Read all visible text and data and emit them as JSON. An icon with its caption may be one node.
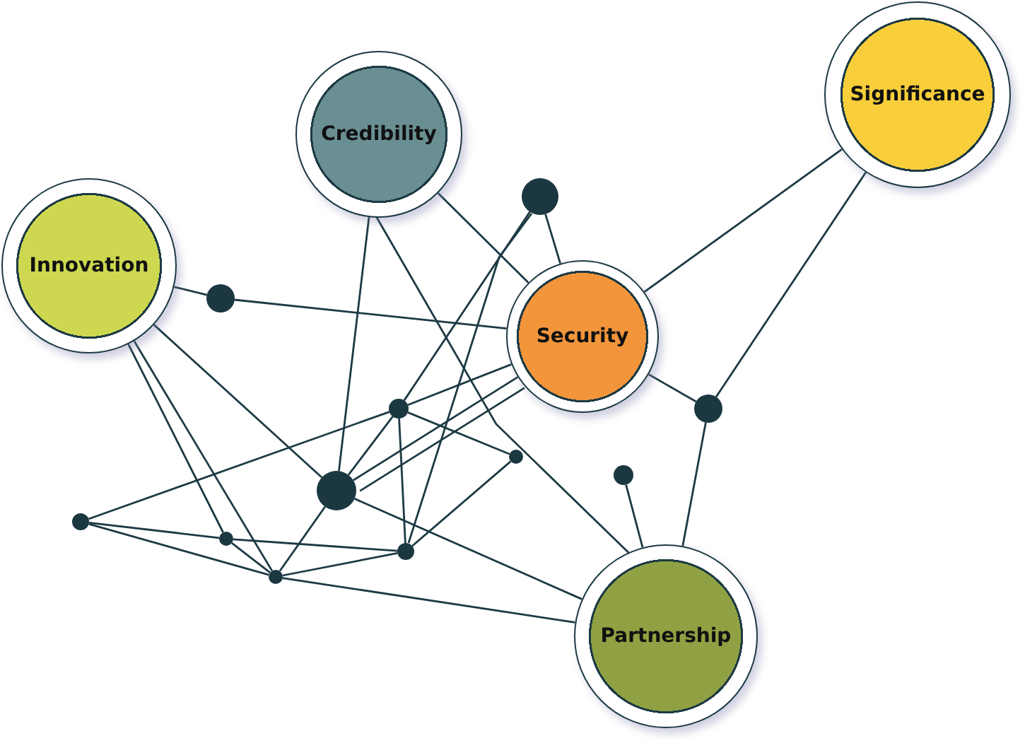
{
  "diagram": {
    "nodes": [
      {
        "text": [
          "Credibility"
        ]
      },
      {
        "text": [
          "Significance"
        ]
      },
      {
        "text": [
          "Innovation"
        ]
      },
      {
        "text": [
          "Security"
        ]
      },
      {
        "text": [
          "Partnership"
        ]
      },
      {
        "text": [],
        "shape": "circle"
      },
      {
        "text": [],
        "shape": "circle"
      },
      {
        "text": [],
        "shape": "circle"
      },
      {
        "text": [],
        "shape": "circle"
      },
      {
        "text": [],
        "shape": "circle"
      },
      {
        "text": [],
        "shape": "circle"
      },
      {
        "text": [],
        "shape": "circle"
      },
      {
        "text": [],
        "shape": "circle"
      },
      {
        "text": [],
        "shape": "circle"
      },
      {
        "text": [],
        "shape": "circle"
      },
      {
        "text": [],
        "shape": "circle"
      }
    ],
    "edges": [
      {
        "from": 2,
        "to": 6,
        "arrow": "none"
      },
      {
        "from": 6,
        "to": 3,
        "arrow": "none"
      },
      {
        "from": 0,
        "to": 9,
        "arrow": "none"
      },
      {
        "from": 0,
        "to": 3,
        "arrow": "none"
      },
      {
        "from": 0,
        "to": 4,
        "arrow": "none"
      },
      {
        "from": 13,
        "to": 3,
        "arrow": "none"
      },
      {
        "from": 13,
        "to": 10,
        "arrow": "none"
      },
      {
        "from": 13,
        "to": 11,
        "arrow": "none"
      },
      {
        "from": 1,
        "to": 3,
        "arrow": "none"
      },
      {
        "from": 1,
        "to": 15,
        "arrow": "none"
      },
      {
        "from": 3,
        "to": 15,
        "arrow": "none"
      },
      {
        "from": 15,
        "to": 4,
        "arrow": "none"
      },
      {
        "from": 14,
        "to": 4,
        "arrow": "none"
      },
      {
        "from": 5,
        "to": 10,
        "arrow": "none"
      },
      {
        "from": 10,
        "to": 3,
        "arrow": "none"
      },
      {
        "from": 9,
        "to": 3,
        "arrow": "none"
      },
      {
        "from": 9,
        "to": 3,
        "arrow": "none"
      },
      {
        "from": 9,
        "to": 10,
        "arrow": "none"
      },
      {
        "from": 10,
        "to": 12,
        "arrow": "none"
      },
      {
        "from": 10,
        "to": 11,
        "arrow": "none"
      },
      {
        "from": 12,
        "to": 11,
        "arrow": "none"
      },
      {
        "from": 9,
        "to": 8,
        "arrow": "none"
      },
      {
        "from": 9,
        "to": 4,
        "arrow": "none"
      },
      {
        "from": 2,
        "to": 9,
        "arrow": "none"
      },
      {
        "from": 2,
        "to": 7,
        "arrow": "none"
      },
      {
        "from": 2,
        "to": 8,
        "arrow": "none"
      },
      {
        "from": 5,
        "to": 7,
        "arrow": "none"
      },
      {
        "from": 5,
        "to": 8,
        "arrow": "none"
      },
      {
        "from": 7,
        "to": 11,
        "arrow": "none"
      },
      {
        "from": 7,
        "to": 8,
        "arrow": "none"
      },
      {
        "from": 8,
        "to": 11,
        "arrow": "none"
      },
      {
        "from": 8,
        "to": 4,
        "arrow": "none"
      }
    ]
  }
}
